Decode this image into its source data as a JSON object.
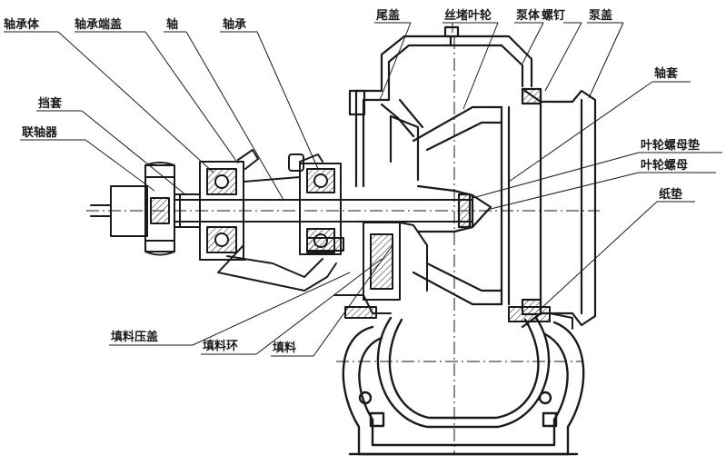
{
  "labels": {
    "bearing_body": "轴承体",
    "bearing_end_cover": "轴承端盖",
    "shaft": "轴",
    "bearing": "轴承",
    "tail_cover": "尾盖",
    "impeller_retainer": "丝堵叶轮",
    "pump_body": "泵体",
    "screw": "螺钉",
    "pump_cover": "泵盖",
    "shaft_sleeve": "轴套",
    "retaining_sleeve": "挡套",
    "coupling": "联轴器",
    "impeller_nut_washer": "叶轮螺母垫",
    "impeller_nut": "叶轮螺母",
    "paper_gasket": "纸垫",
    "packing_gland": "填料压盖",
    "packing_ring": "填料环",
    "packing": "填料"
  },
  "colors": {
    "ink": "#1a1a1a",
    "background": "#ffffff"
  }
}
